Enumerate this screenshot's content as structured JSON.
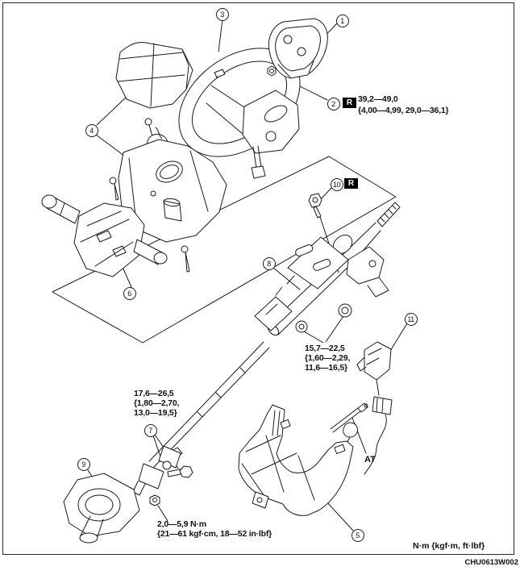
{
  "figure_code": "CHU0613W002",
  "units_note": "N·m {kgf·m, ft·lbf}",
  "at_label": "AT",
  "r_marker": "R",
  "callouts": [
    "1",
    "2",
    "3",
    "4",
    "5",
    "6",
    "7",
    "8",
    "9",
    "10",
    "11"
  ],
  "torque_specs": {
    "steering_wheel_nut": [
      "39,2—49,0",
      "{4,00—4,99, 29,0—36,1}"
    ],
    "column_mounting_nuts": [
      "15,7—22,5",
      "{1,60—2,29,",
      "11,6—16,5}"
    ],
    "intermediate_shaft_bolt": [
      "17,6—26,5",
      "{1,80—2,70,",
      "13,0—19,5}"
    ],
    "hole_cover_nut": [
      "2,0—5,9 N·m",
      "{21—61 kgf·cm, 18—52 in·lbf}"
    ]
  },
  "colors": {
    "line": "#1a1a1a",
    "badge_bg": "#000000",
    "badge_fg": "#ffffff"
  }
}
